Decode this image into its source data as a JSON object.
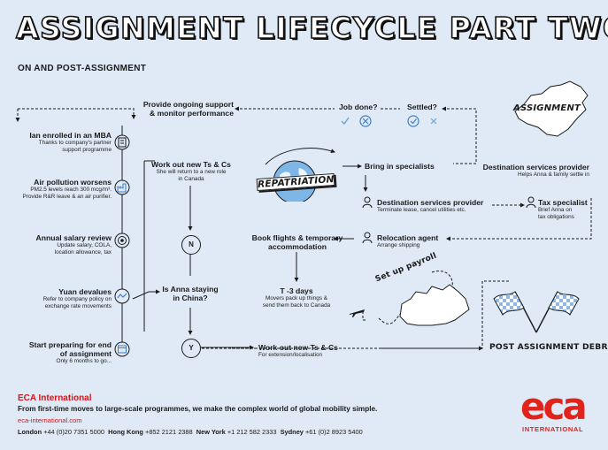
{
  "title": "ASSIGNMENT LIFECYCLE PART TWO",
  "subtitle": "ON AND POST-ASSIGNMENT",
  "left": {
    "mba": {
      "title": "Ian enrolled in an MBA",
      "lines": [
        "Thanks to company's partner",
        "support programme"
      ]
    },
    "pollution": {
      "title": "Air pollution worsens",
      "lines": [
        "PM2.5 levels reach 300 mcg/m³.",
        "Provide R&R leave & an air purifier."
      ]
    },
    "salary": {
      "title": "Annual salary review",
      "lines": [
        "Update salary, COLA,",
        "location allowance, tax"
      ]
    },
    "yuan": {
      "title": "Yuan devalues",
      "lines": [
        "Refer to company policy on",
        "exchange rate movements"
      ]
    },
    "prepare": {
      "title_lines": [
        "Start preparing for end",
        "of assignment"
      ],
      "lines": [
        "Only 6 months to go..."
      ]
    }
  },
  "center": {
    "work_new": {
      "title": "Work out new Ts & Cs",
      "lines": [
        "She will return to a new role",
        "in Canada"
      ]
    },
    "question": [
      "Is Anna staying",
      "in China?"
    ],
    "n_label": "N",
    "y_label": "Y",
    "work_ext": {
      "title": "Work out new Ts & Cs",
      "lines": [
        "For extension/localisation"
      ]
    },
    "repatriation": "REPATRIATION"
  },
  "top": {
    "support": [
      "Provide ongoing support",
      "& monitor performance"
    ],
    "job_done": "Job done?",
    "settled": "Settled?",
    "assignment": "ASSIGNMENT",
    "dest_provider": {
      "title": "Destination services provider",
      "lines": [
        "Helps Anna & family settle in"
      ]
    }
  },
  "right": {
    "specialists": "Bring in specialists",
    "dest_terminate": {
      "title": "Destination services provider",
      "lines": [
        "Terminate lease, cancel utilities etc."
      ]
    },
    "tax": {
      "title": "Tax specialist",
      "lines": [
        "Brief Anna on",
        "tax obligations"
      ]
    },
    "flights": [
      "Book flights & temporary",
      "accommodation"
    ],
    "relocation": {
      "title": "Relocation agent",
      "lines": [
        "Arrange shipping"
      ]
    },
    "t3": {
      "title": "T -3 days",
      "lines": [
        "Movers pack up things &",
        "send them back to Canada"
      ]
    },
    "payroll": "Set up payroll",
    "debrief": "POST ASSIGNMENT DEBRIEF"
  },
  "footer": {
    "brand": "ECA International",
    "tagline": "From first-time moves to large-scale programmes, we make the complex world of global mobility simple.",
    "url": "eca-international.com",
    "offices": [
      {
        "city": "London",
        "phone": "+44 (0)20 7351 5000"
      },
      {
        "city": "Hong Kong",
        "phone": "+852 2121 2388"
      },
      {
        "city": "New York",
        "phone": "+1 212 582 2333"
      },
      {
        "city": "Sydney",
        "phone": "+61 (0)2 8923 5400"
      }
    ],
    "logo_word": "eca",
    "logo_sub": "INTERNATIONAL"
  },
  "colors": {
    "background": "#dfeaf6",
    "accent_red": "#e2231a",
    "ink": "#1a1a1a",
    "icon_blue": "#3d7fc1",
    "flag_blue": "#8fb8e3"
  }
}
